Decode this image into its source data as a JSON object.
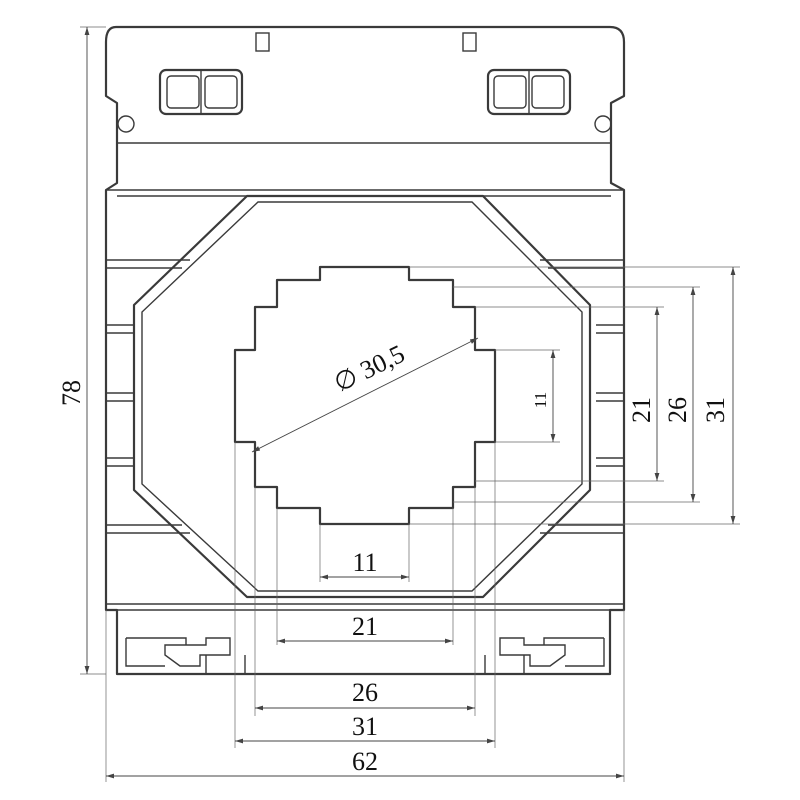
{
  "drawing": {
    "dimensions": {
      "overall_height": "78",
      "overall_width": "62",
      "diameter": "∅ 30,5",
      "window_outer_w": "31",
      "window_mid_w": "26",
      "window_inner_w": "21",
      "window_step_w": "11",
      "window_outer_h": "31",
      "window_mid_h": "26",
      "window_inner_h": "21",
      "window_step_h": "11"
    }
  }
}
